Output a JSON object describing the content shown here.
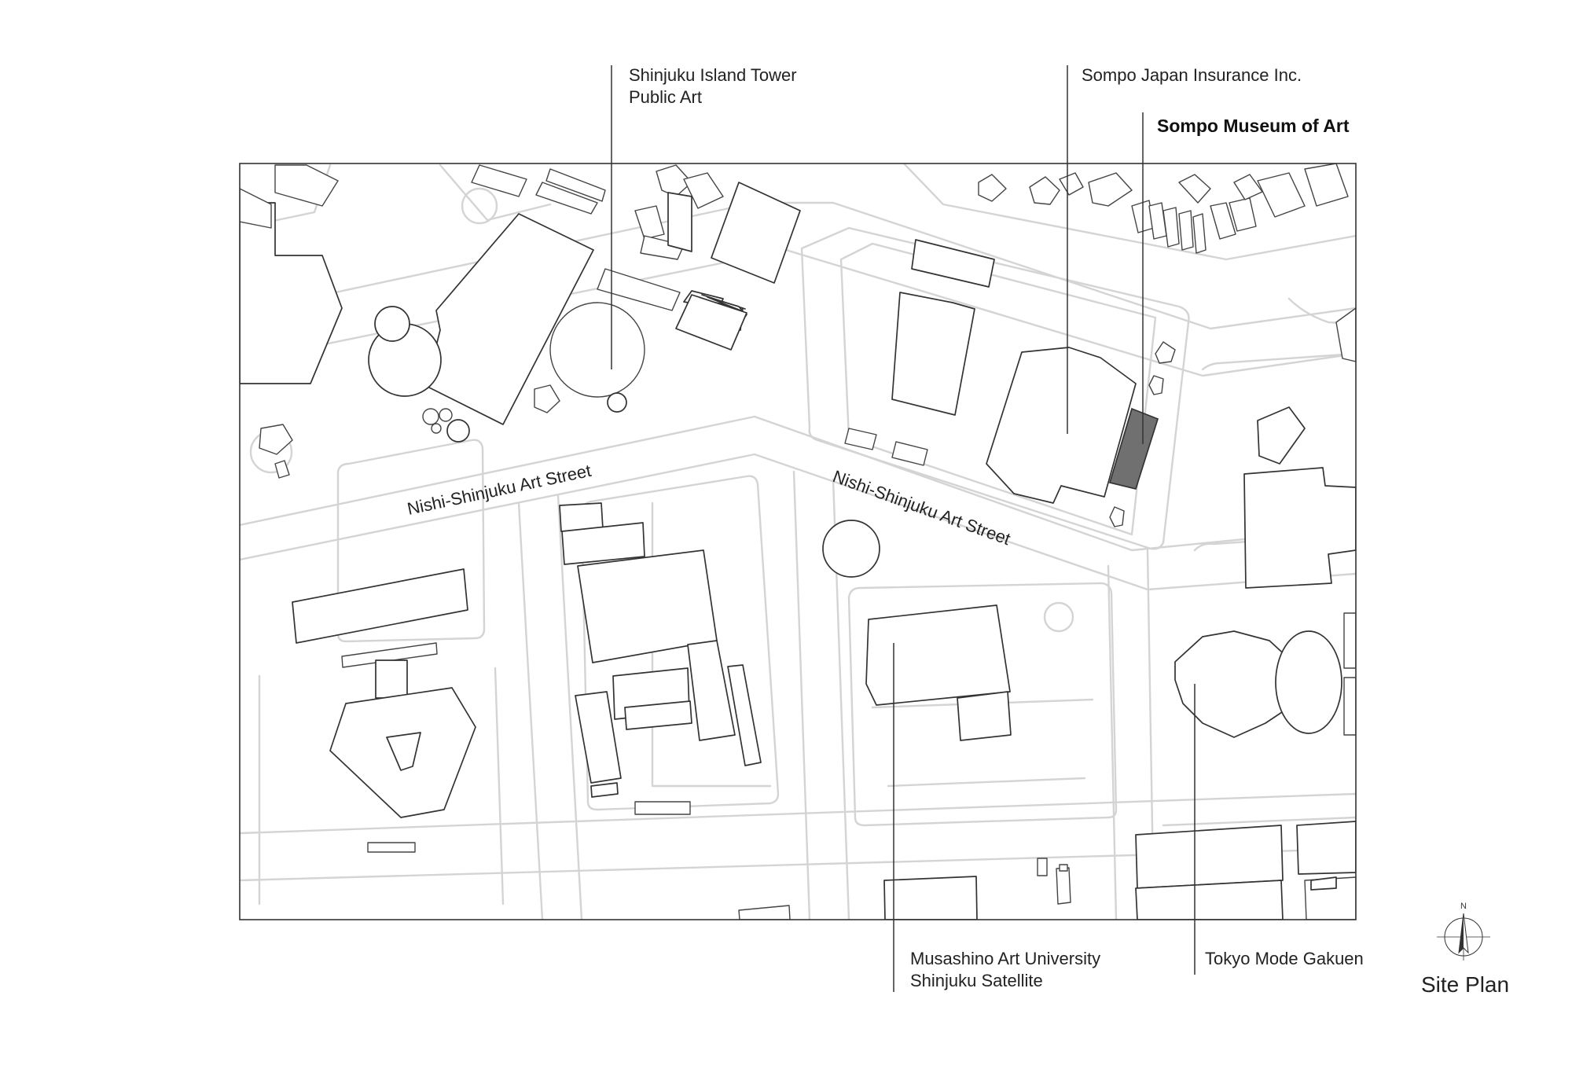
{
  "labels": {
    "island_tower_line1": "Shinjuku Island Tower",
    "island_tower_line2": "Public Art",
    "sompo_insurance": "Sompo Japan Insurance Inc.",
    "sompo_museum": "Sompo Museum of Art",
    "musashino_line1": "Musashino Art University",
    "musashino_line2": "Shinjuku Satellite",
    "tokyo_mode": "Tokyo Mode Gakuen"
  },
  "streets": {
    "art_street_west": "Nishi-Shinjuku  Art Street",
    "art_street_east": "Nishi-Shinjuku  Art Street"
  },
  "compass": {
    "north": "N"
  },
  "plan_title": "Site Plan",
  "colors": {
    "highlight": "#707070",
    "line": "#333333",
    "road": "#d4d4d4"
  }
}
